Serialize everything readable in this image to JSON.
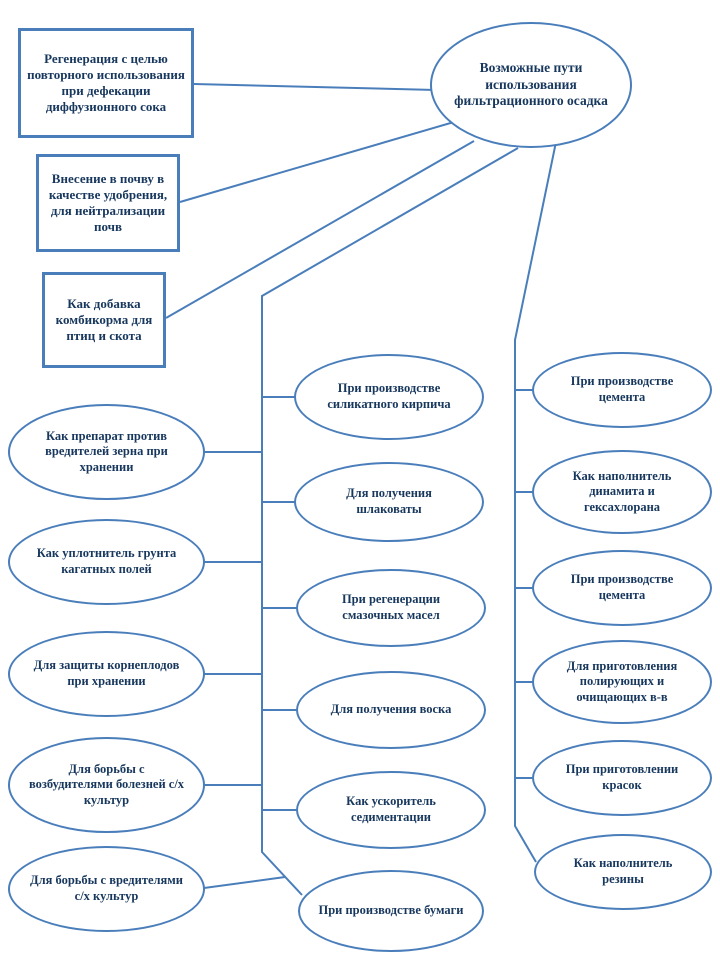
{
  "central": "Возможные пути использования фильтрационного осадка",
  "rect_nodes": [
    "Регенерация с целью повторного использования при дефекации диффузионного сока",
    "Внесение в почву в качестве удобрения, для нейтрализации почв",
    "Как добавка комбикорма для птиц и скота"
  ],
  "left_nodes": [
    "Как препарат против вредителей зерна при хранении",
    "Как уплотнитель грунта кагатных полей",
    "Для защиты корнеплодов при хранении",
    "Для борьбы с возбудителями болезней с/х культур",
    "Для борьбы с вредителями с/х культур"
  ],
  "middle_nodes": [
    "При производстве силикатного кирпича",
    "Для получения шлаковаты",
    "При регенерации смазочных масел",
    "Для получения воска",
    "Как ускоритель седиментации",
    "При производстве бумаги"
  ],
  "right_nodes": [
    "При производстве цемента",
    "Как наполнитель динамита и гексахлорана",
    "При производстве цемента",
    "Для приготовления полирующих и очищающих в-в",
    "При приготовлении красок",
    "Как наполнитель резины"
  ],
  "colors": {
    "line": "#4a7ebb",
    "text": "#17375d",
    "background": "#ffffff"
  }
}
